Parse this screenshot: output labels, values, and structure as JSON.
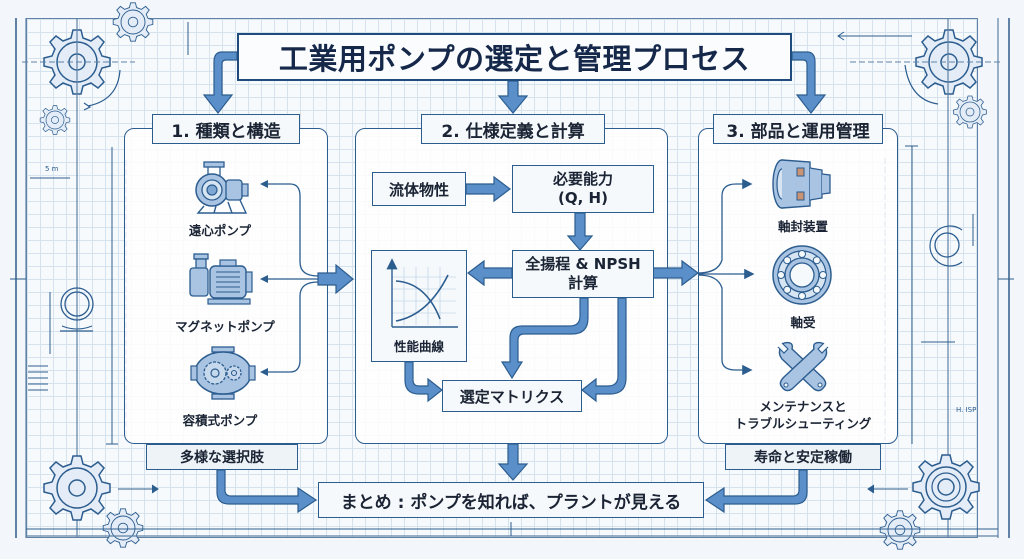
{
  "title": "工業用ポンプの選定と管理プロセス",
  "sections": [
    {
      "heading": "1. 種類と構造",
      "items": [
        {
          "label": "遠心ポンプ",
          "icon": "centrifugal-pump-icon"
        },
        {
          "label": "マグネットポンプ",
          "icon": "magnet-pump-icon"
        },
        {
          "label": "容積式ポンプ",
          "icon": "positive-displacement-pump-icon"
        }
      ],
      "footer": "多様な選択肢"
    },
    {
      "heading": "2. 仕様定義と計算",
      "nodes": {
        "fluid": "流体物性",
        "capacity_line1": "必要能力",
        "capacity_line2": "(Q, H)",
        "head_line1": "全揚程 & NPSH",
        "head_line2": "計算",
        "curve": "性能曲線",
        "matrix": "選定マトリクス"
      }
    },
    {
      "heading": "3. 部品と運用管理",
      "items": [
        {
          "label": "軸封装置",
          "icon": "mechanical-seal-icon"
        },
        {
          "label": "軸受",
          "icon": "bearing-icon"
        },
        {
          "label_line1": "メンテナンスと",
          "label_line2": "トラブルシューティング",
          "icon": "wrench-icon"
        }
      ],
      "footer": "寿命と安定稼働"
    }
  ],
  "summary": "まとめ : ポンプを知れば、プラントが見える",
  "colors": {
    "arrow_fill": "#5b8fc9",
    "arrow_stroke": "#2c5d8f",
    "line": "#2c5d8f",
    "text": "#1b2434",
    "grid": "#d6e2ee"
  }
}
